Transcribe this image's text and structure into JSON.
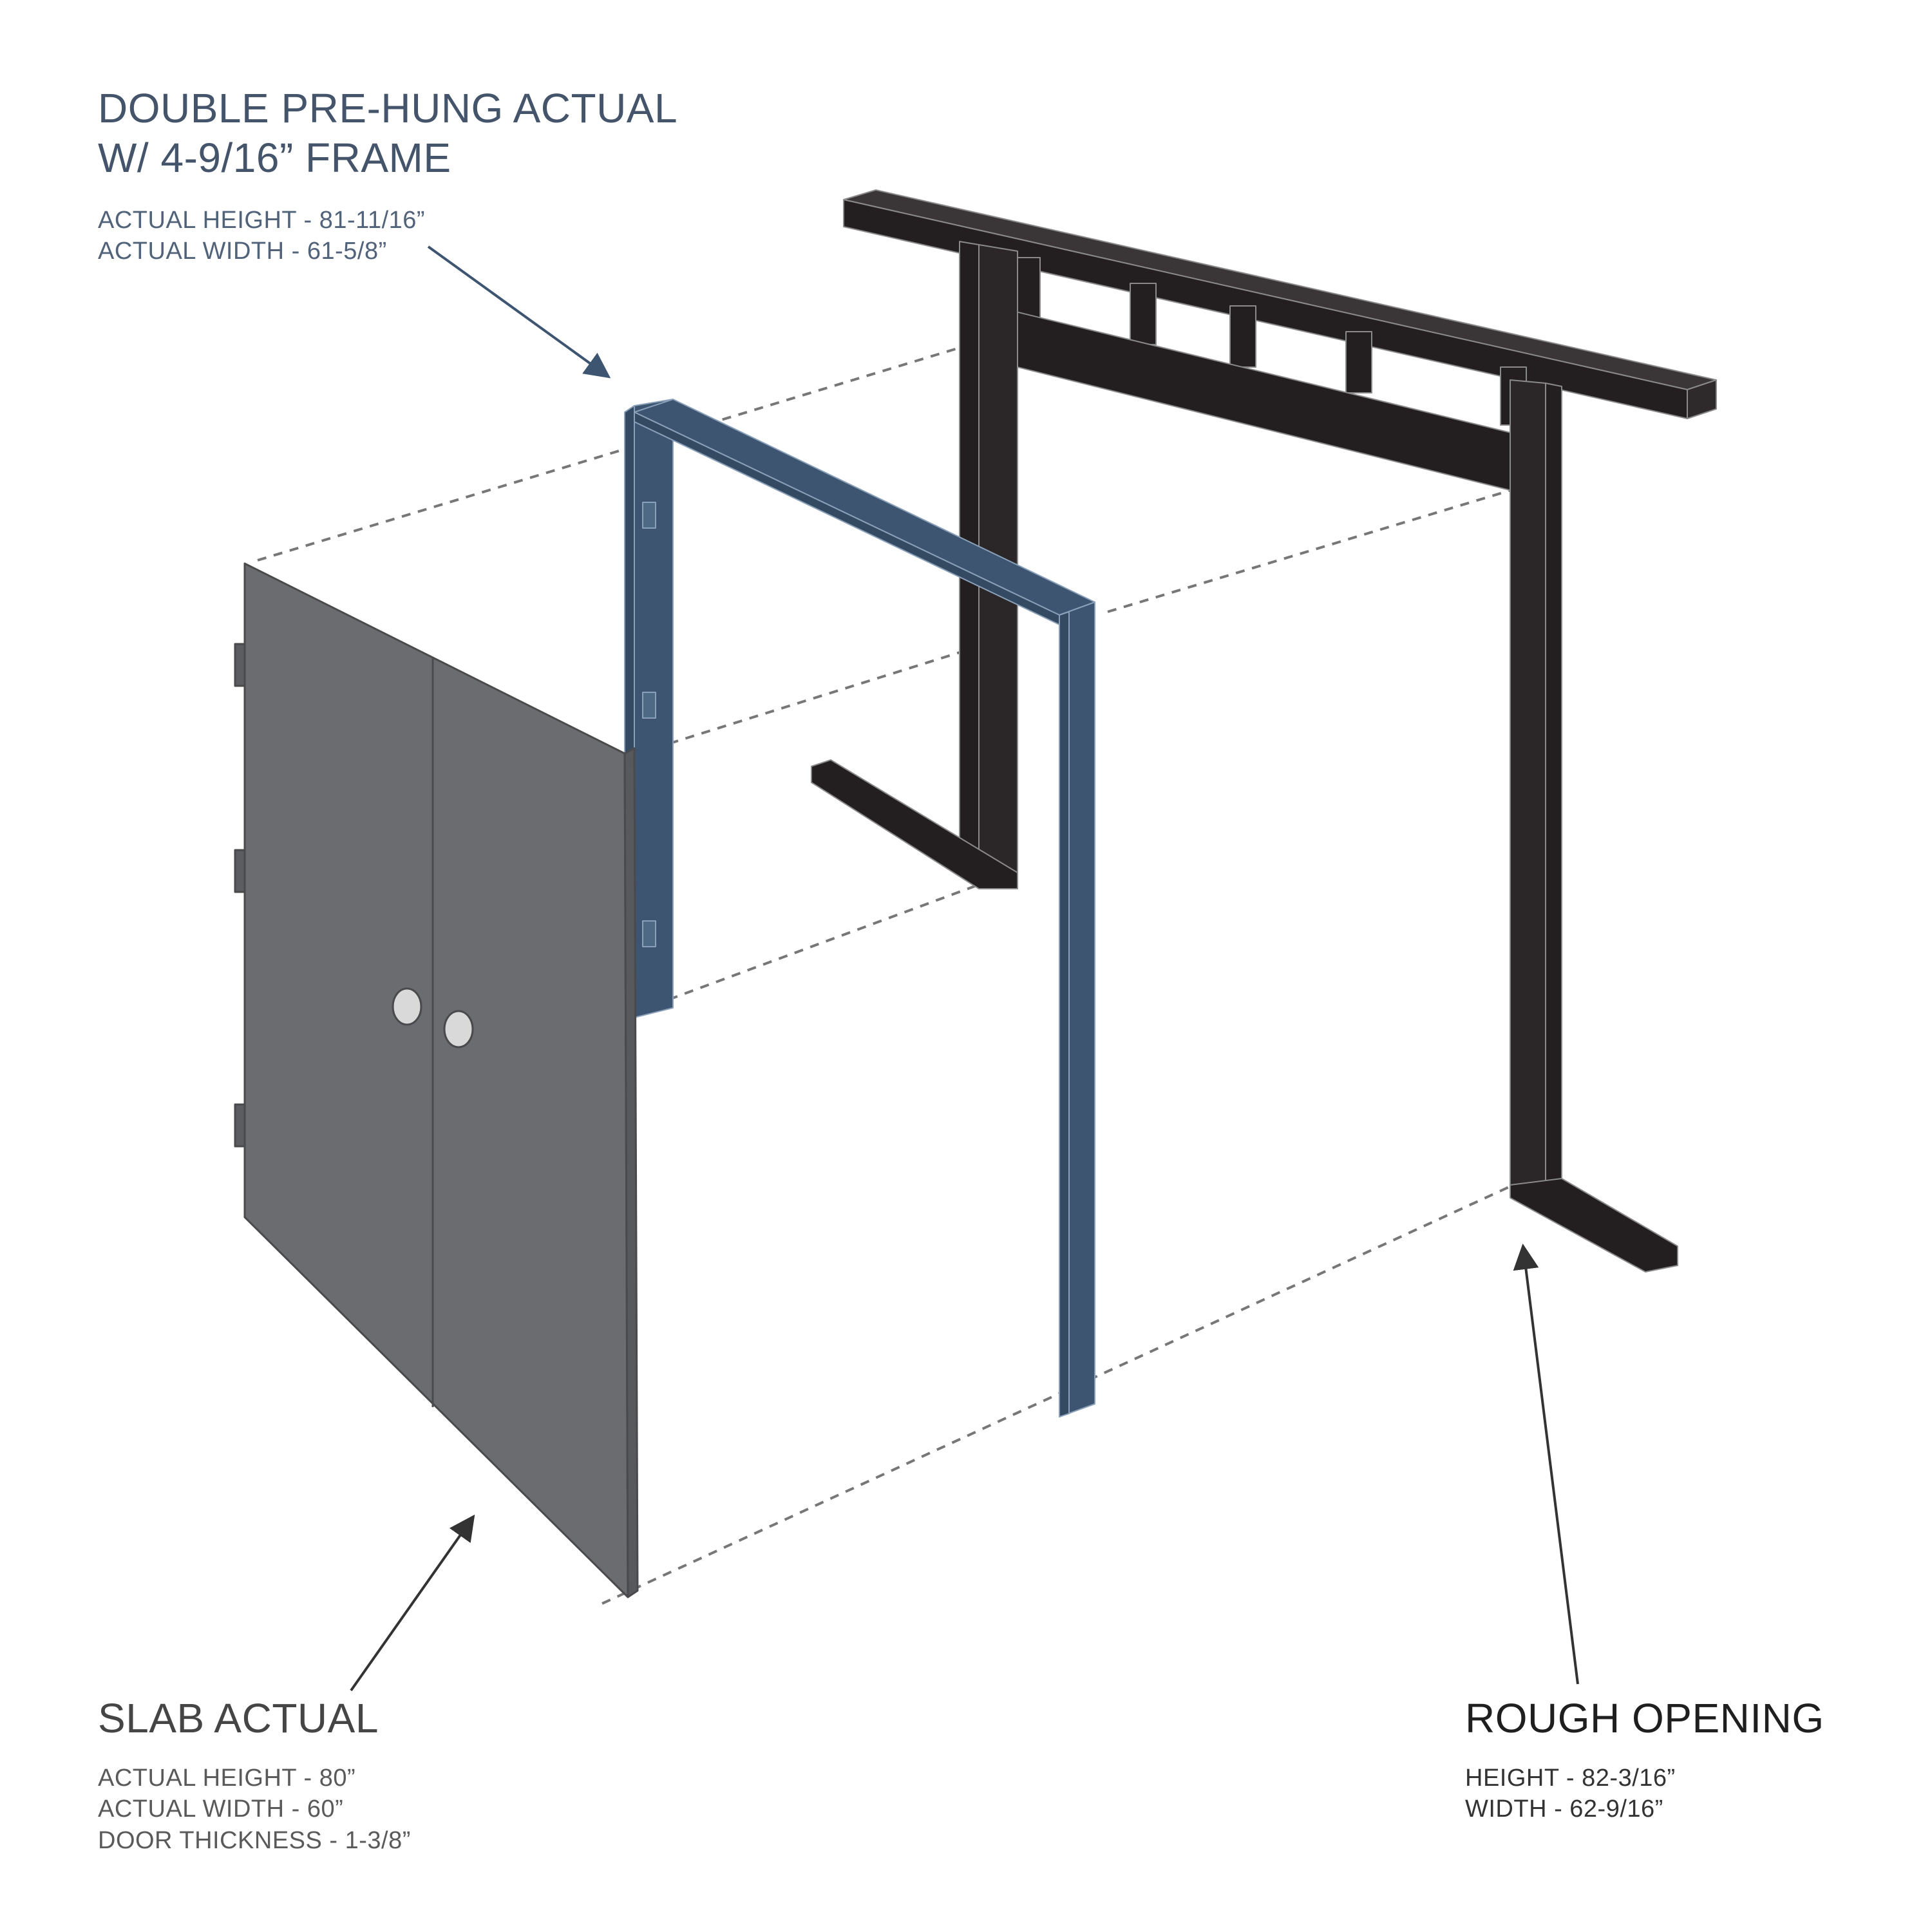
{
  "prehung": {
    "title_line1": "DOUBLE PRE-HUNG ACTUAL",
    "title_line2": "W/ 4-9/16” FRAME",
    "height": "ACTUAL HEIGHT - 81-11/16”",
    "width": "ACTUAL WIDTH - 61-5/8”"
  },
  "slab": {
    "title": "SLAB ACTUAL",
    "height": "ACTUAL HEIGHT - 80”",
    "width": "ACTUAL WIDTH - 60”",
    "thickness": "DOOR THICKNESS - 1-3/8”"
  },
  "rough": {
    "title": "ROUGH OPENING",
    "height": "HEIGHT - 82-3/16”",
    "width": "WIDTH - 62-9/16”"
  },
  "colors": {
    "door_slab": "#6b6c70",
    "prehung_frame": "#3d5570",
    "rough_frame": "#231f20",
    "label_blue": "#44546a",
    "dashed_line": "#777777"
  }
}
